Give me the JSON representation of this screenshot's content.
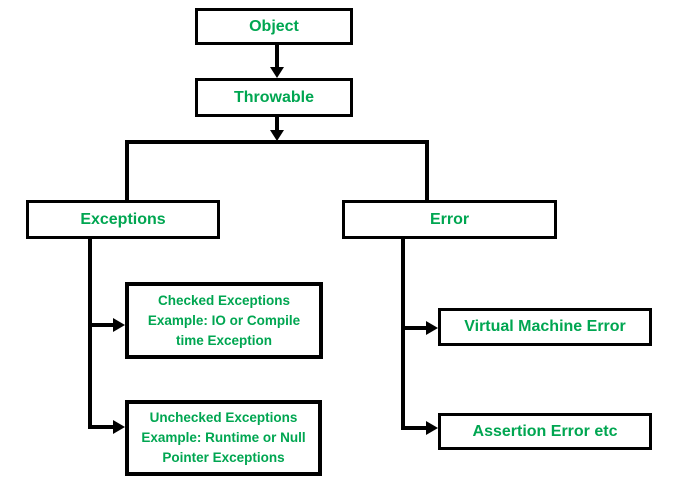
{
  "diagram": {
    "type": "flowchart",
    "accent_color": "#00a651",
    "line_color": "#000000",
    "background_color": "#ffffff",
    "nodes": {
      "object": {
        "label": "Object"
      },
      "throwable": {
        "label": "Throwable"
      },
      "exceptions": {
        "label": "Exceptions"
      },
      "error": {
        "label": "Error"
      },
      "checked_exceptions": {
        "lines": [
          "Checked Exceptions",
          "Example: IO or Compile",
          "time Exception"
        ]
      },
      "unchecked_exceptions": {
        "lines": [
          "Unchecked Exceptions",
          "Example: Runtime or Null",
          "Pointer Exceptions"
        ]
      },
      "virtual_machine_error": {
        "label": "Virtual Machine Error"
      },
      "assertion_error": {
        "label": "Assertion Error etc"
      }
    },
    "edges": [
      {
        "from": "object",
        "to": "throwable"
      },
      {
        "from": "throwable",
        "to": "exceptions"
      },
      {
        "from": "throwable",
        "to": "error"
      },
      {
        "from": "exceptions",
        "to": "checked_exceptions"
      },
      {
        "from": "exceptions",
        "to": "unchecked_exceptions"
      },
      {
        "from": "error",
        "to": "virtual_machine_error"
      },
      {
        "from": "error",
        "to": "assertion_error"
      }
    ]
  }
}
